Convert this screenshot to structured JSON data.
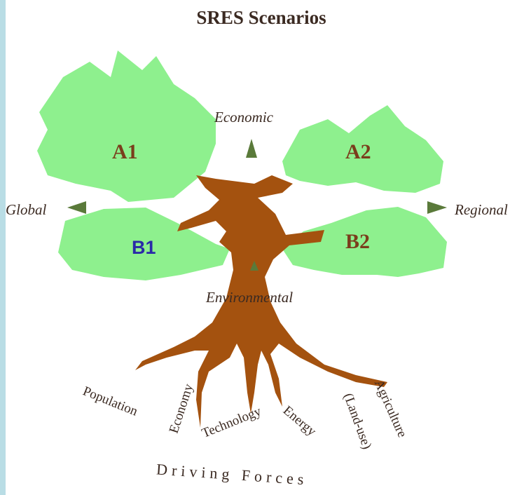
{
  "title": "SRES Scenarios",
  "axis": {
    "top": "Economic",
    "left": "Global",
    "right": "Regional",
    "center": "Environmental"
  },
  "scenarios": {
    "a1": "A1",
    "a2": "A2",
    "b1": "B1",
    "b2": "B2"
  },
  "roots": [
    "Population",
    "Economy",
    "Technology",
    "Energy",
    "(Land-use)",
    "Agriculture"
  ],
  "footer": "Driving Forces",
  "colors": {
    "foliage": "#8ef08e",
    "trunk": "#a4520f",
    "text": "#3b2a22",
    "b1": "#2a2aa8"
  }
}
